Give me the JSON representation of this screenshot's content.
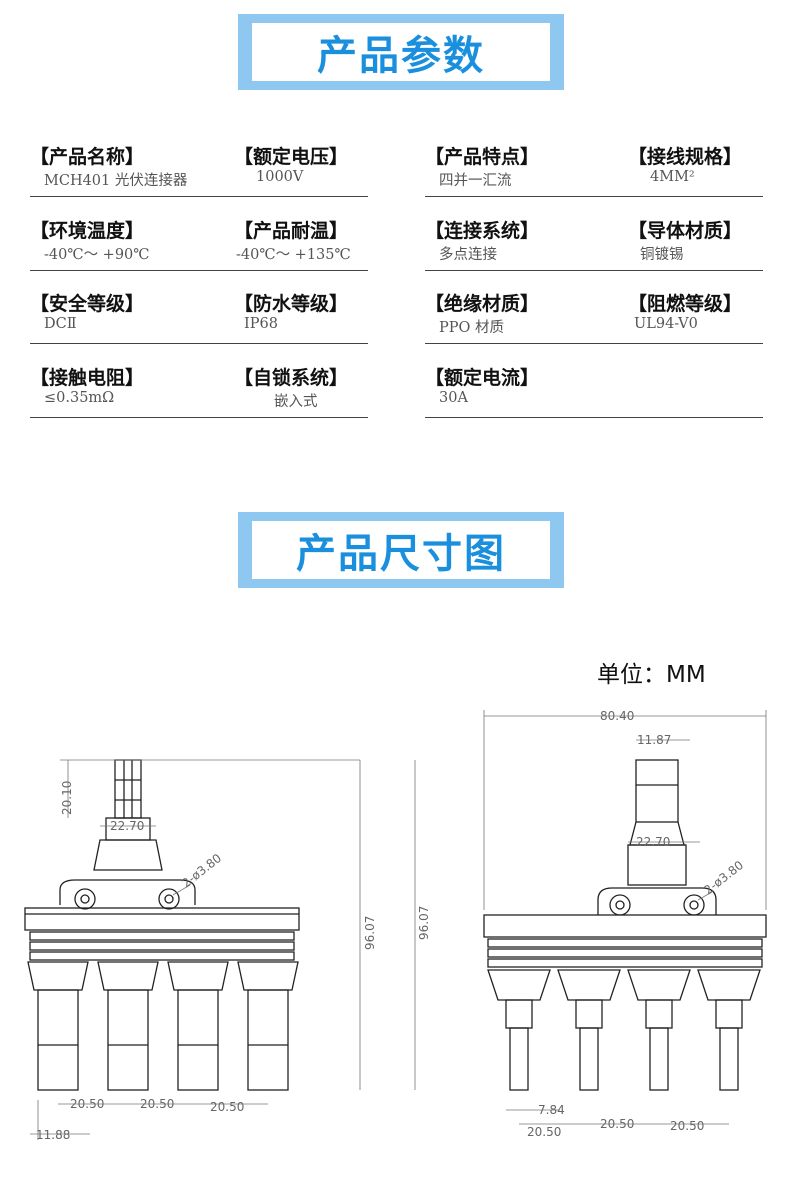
{
  "sections": {
    "params_title": "产品参数",
    "dims_title": "产品尺寸图"
  },
  "params": [
    {
      "label": "【产品名称】",
      "value": "MCH401 光伏连接器"
    },
    {
      "label": "【额定电压】",
      "value": "1000V"
    },
    {
      "label": "【产品特点】",
      "value": "四并一汇流"
    },
    {
      "label": "【接线规格】",
      "value": "4MM²"
    },
    {
      "label": "【环境温度】",
      "value": "-40℃～ +90℃"
    },
    {
      "label": "【产品耐温】",
      "value": "-40℃～ +135℃"
    },
    {
      "label": "【连接系统】",
      "value": "多点连接"
    },
    {
      "label": "【导体材质】",
      "value": "铜镀锡"
    },
    {
      "label": "【安全等级】",
      "value": "DCⅡ"
    },
    {
      "label": "【防水等级】",
      "value": "IP68"
    },
    {
      "label": "【绝缘材质】",
      "value": "PPO 材质"
    },
    {
      "label": "【阻燃等级】",
      "value": "UL94-V0"
    },
    {
      "label": "【接触电阻】",
      "value": "≤0.35mΩ"
    },
    {
      "label": "【自锁系统】",
      "value": "嵌入式"
    },
    {
      "label": "【额定电流】",
      "value": "30A"
    }
  ],
  "unit_label": "单位：MM",
  "drawing_left": {
    "height_top": "20.10",
    "width_top": "22.70",
    "hole": "2-ø3.80",
    "total_height": "96.07",
    "pitch_1": "20.50",
    "pitch_2": "20.50",
    "pitch_3": "20.50",
    "width_bottom": "11.88"
  },
  "drawing_right": {
    "total_width": "80.40",
    "width_top": "11.87",
    "width_mid": "22.70",
    "hole": "2-ø3.80",
    "total_height": "96.07",
    "width_small": "7.84",
    "pitch_1": "20.50",
    "pitch_2": "20.50",
    "pitch_3": "20.50"
  }
}
